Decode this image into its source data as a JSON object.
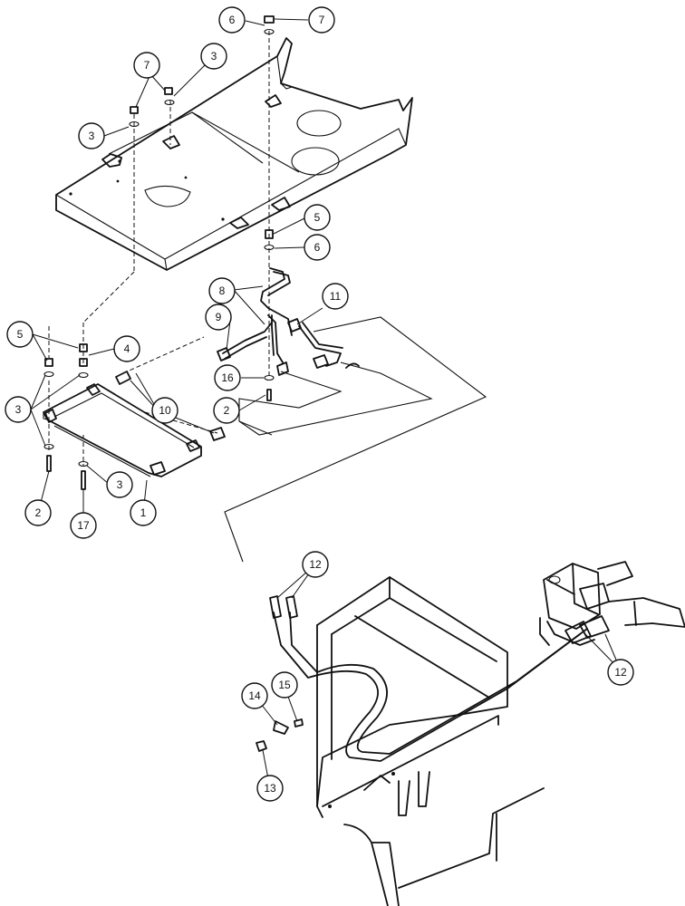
{
  "callouts": [
    {
      "id": "c6-top",
      "label": "6"
    },
    {
      "id": "c7-top",
      "label": "7"
    },
    {
      "id": "c7-left",
      "label": "7"
    },
    {
      "id": "c3-top",
      "label": "3"
    },
    {
      "id": "c3-upper-left",
      "label": "3"
    },
    {
      "id": "c5-right",
      "label": "5"
    },
    {
      "id": "c6-right",
      "label": "6"
    },
    {
      "id": "c8",
      "label": "8"
    },
    {
      "id": "c11",
      "label": "11"
    },
    {
      "id": "c9",
      "label": "9"
    },
    {
      "id": "c5-left",
      "label": "5"
    },
    {
      "id": "c4",
      "label": "4"
    },
    {
      "id": "c16",
      "label": "16"
    },
    {
      "id": "c3-left",
      "label": "3"
    },
    {
      "id": "c10",
      "label": "10"
    },
    {
      "id": "c2-mid",
      "label": "2"
    },
    {
      "id": "c3-bottom",
      "label": "3"
    },
    {
      "id": "c2-left",
      "label": "2"
    },
    {
      "id": "c1",
      "label": "1"
    },
    {
      "id": "c17",
      "label": "17"
    },
    {
      "id": "c12-top",
      "label": "12"
    },
    {
      "id": "c12-right",
      "label": "12"
    },
    {
      "id": "c14",
      "label": "14"
    },
    {
      "id": "c15",
      "label": "15"
    },
    {
      "id": "c13",
      "label": "13"
    }
  ]
}
